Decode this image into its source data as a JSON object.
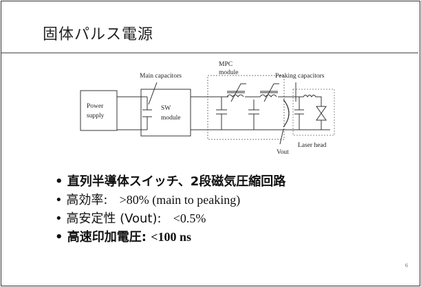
{
  "slide": {
    "title": "固体パルス電源",
    "page_number": "6"
  },
  "diagram": {
    "power_supply": [
      "Power",
      "supply"
    ],
    "sw_module": [
      "SW",
      "module"
    ],
    "main_capacitors": "Main capacitors",
    "mpc_module": [
      "MPC",
      "module"
    ],
    "peaking_capacitors": "Peaking capacitors",
    "vout": "Vout",
    "laser_head": "Laser head"
  },
  "bullets": [
    {
      "text": "直列半導体スイッチ、2段磁気圧縮回路"
    },
    {
      "label": "高効率:",
      "value": ">80% (main to peaking)"
    },
    {
      "label": "高安定性 (Vout):",
      "value": "<0.5%"
    },
    {
      "label": "高速印加電圧:",
      "value": "<100 ns"
    }
  ]
}
